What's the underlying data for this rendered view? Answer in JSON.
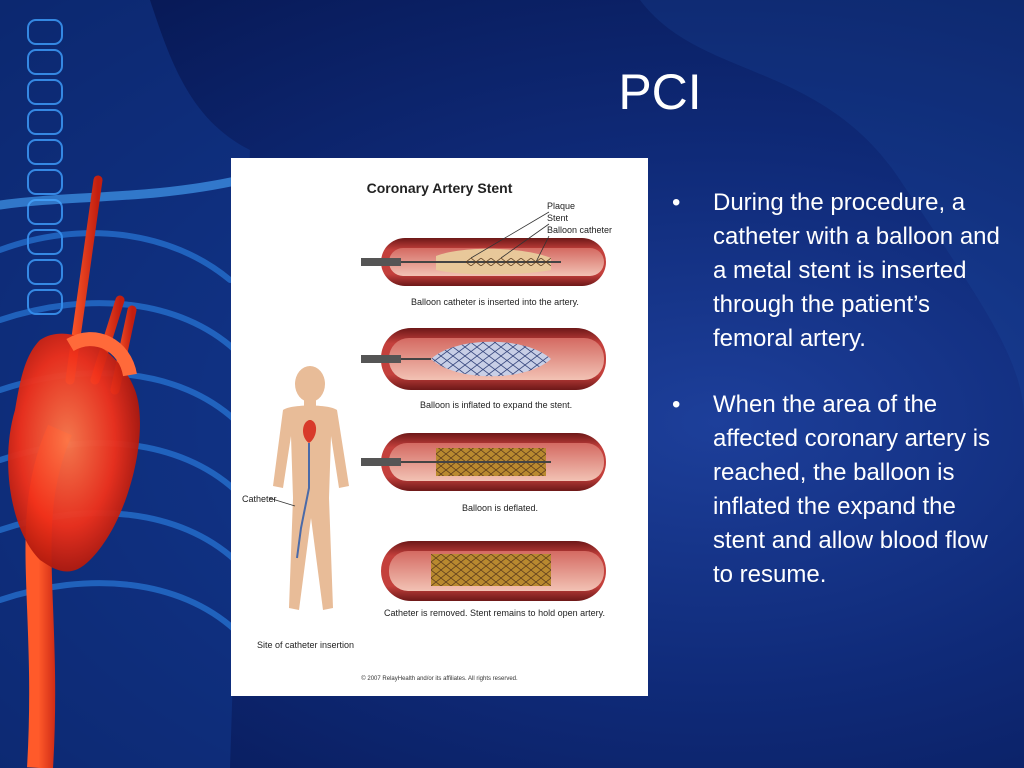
{
  "slide": {
    "title": "PCI",
    "bullets": [
      "During the procedure, a catheter with a balloon and a metal stent is inserted through the patient’s femoral artery.",
      "When the area of the affected coronary artery is reached, the balloon is inflated the expand the stent and allow blood flow to resume."
    ],
    "bullet_glyph": "•"
  },
  "figure": {
    "title": "Coronary Artery Stent",
    "labels": {
      "plaque": "Plaque",
      "stent": "Stent",
      "balloon_catheter": "Balloon catheter",
      "catheter": "Catheter"
    },
    "captions": [
      "Balloon catheter is inserted into the artery.",
      "Balloon is inflated to expand the stent.",
      "Balloon is deflated.",
      "Catheter is removed. Stent remains to hold open artery."
    ],
    "site_label": "Site of catheter insertion",
    "copyright": "© 2007 RelayHealth and/or its affiliates.  All rights reserved."
  },
  "colors": {
    "background": "#0f2a78",
    "heart": "#ff3a1c",
    "skeleton": "#3fa0ff",
    "artery": "#b03030",
    "plaque": "#e8c89a",
    "stent": "#b9892f"
  }
}
